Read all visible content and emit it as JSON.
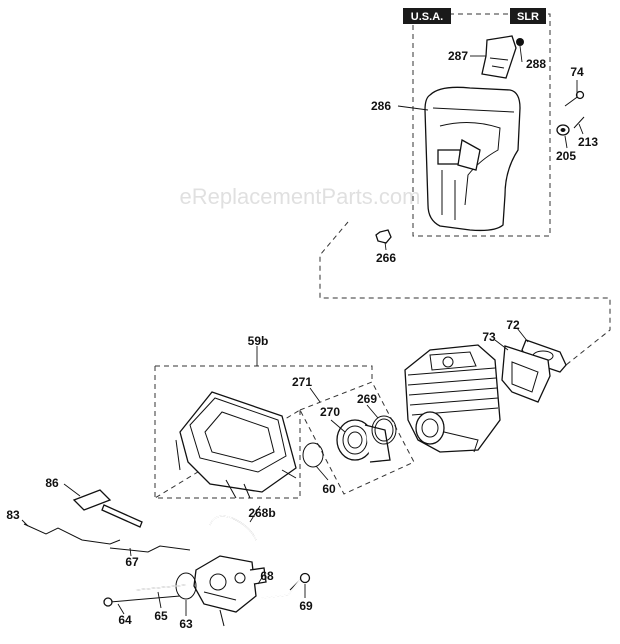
{
  "watermark": "eReplacementParts.com",
  "tags": {
    "usa": "U.S.A.",
    "slr": "SLR"
  },
  "callouts": {
    "c287": "287",
    "c288": "288",
    "c74": "74",
    "c286": "286",
    "c213": "213",
    "c205": "205",
    "c266": "266",
    "c72": "72",
    "c73": "73",
    "c59b": "59b",
    "c271": "271",
    "c270": "270",
    "c269": "269",
    "c60": "60",
    "c86": "86",
    "c83": "83",
    "c268b": "268b",
    "c67": "67",
    "c68": "68",
    "c64": "64",
    "c65": "65",
    "c63": "63",
    "c69": "69"
  },
  "colors": {
    "tag_bg": "#1a1a1a",
    "line": "#111111",
    "watermark": "#c8c8c8"
  }
}
